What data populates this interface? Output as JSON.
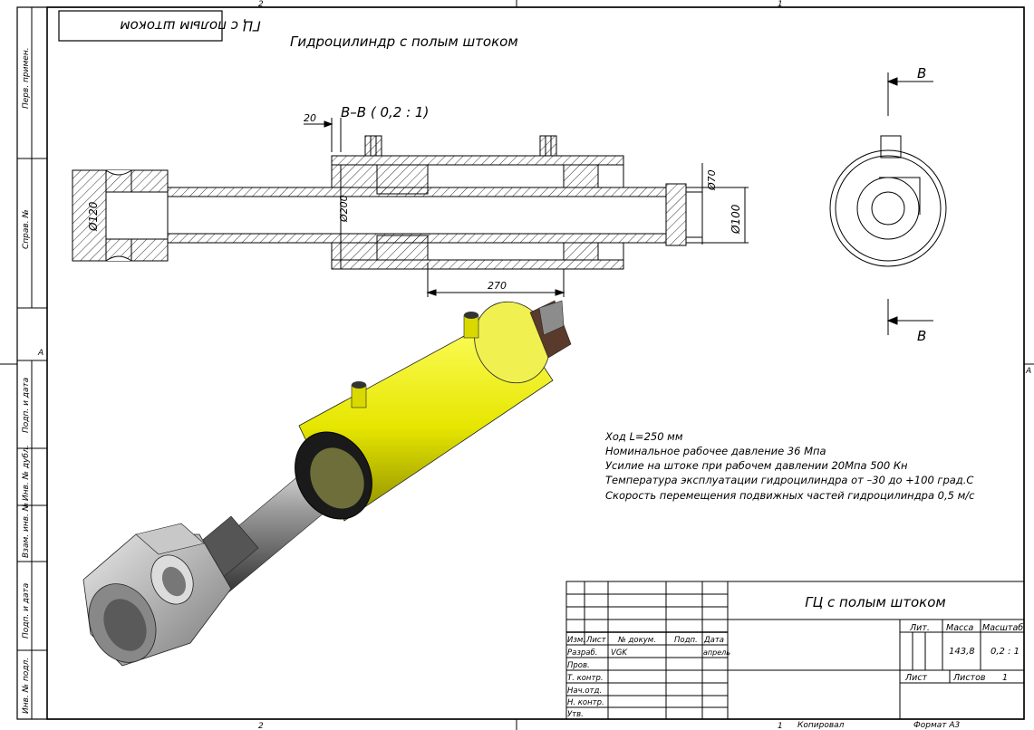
{
  "colors": {
    "line": "#000000",
    "cylinder_body": "#e6e600",
    "cylinder_shadow": "#9c9c00",
    "steel": "#8c8c8c",
    "dark_steel": "#3a3a3a",
    "brown": "#5a3a2a"
  },
  "stamp_top_rotated": "ГЦ с полым штоком",
  "drawing_title": "Гидроцилиндр с полым штоком",
  "section_label": "В–В ( 0,2 : 1)",
  "section_letter": "В",
  "frame_zones": {
    "top_left": "2",
    "top_right": "1",
    "bottom_left": "2",
    "bottom_right": "1",
    "left_zone": "A",
    "right_zone": "A"
  },
  "left_strip": {
    "perv_primen": "Перв. примен.",
    "sprav_no": "Справ. №",
    "podp_data_1": "Подп. и дата",
    "inv_dubl": "Инв. № дубл.",
    "vzam_inv": "Взам. инв. №",
    "podp_data_2": "Подп. и дата",
    "inv_podl": "Инв. № подл."
  },
  "dimensions": {
    "d120": "Ø120",
    "d200": "Ø200",
    "d70": "Ø70",
    "d100": "Ø100",
    "len_20": "20",
    "len_270": "270"
  },
  "specs": [
    "Ход L=250 мм",
    "Номинальное рабочее давление 36 Мпа",
    "Усилие на штоке при рабочем давлении 20Мпа 500 Кн",
    "Температура эксплуатации гидроцилиндра от –30 до +100 град.С",
    "Скорость перемещения подвижных частей гидроцилиндра 0,5 м/с"
  ],
  "title_block": {
    "name": "ГЦ с полым штоком",
    "lit_label": "Лит.",
    "massa_label": "Масса",
    "masshtab_label": "Масштаб",
    "massa_value": "143,8",
    "masshtab_value": "0,2 : 1",
    "list_label": "Лист",
    "listov_label": "Листов",
    "listov_value": "1",
    "col_izm": "Изм.",
    "col_list": "Лист",
    "col_doc": "№ докум.",
    "col_podp": "Подп.",
    "col_data": "Дата",
    "row_razrab": "Разраб.",
    "razrab_name": "VGK",
    "razrab_date": "апрель",
    "row_prov": "Пров.",
    "row_tkontr": "Т. контр.",
    "row_nachotd": "Нач.отд.",
    "row_nkontr": "Н. контр.",
    "row_utv": "Утв.",
    "kopiroval": "Копировал",
    "format": "Формат А3"
  }
}
